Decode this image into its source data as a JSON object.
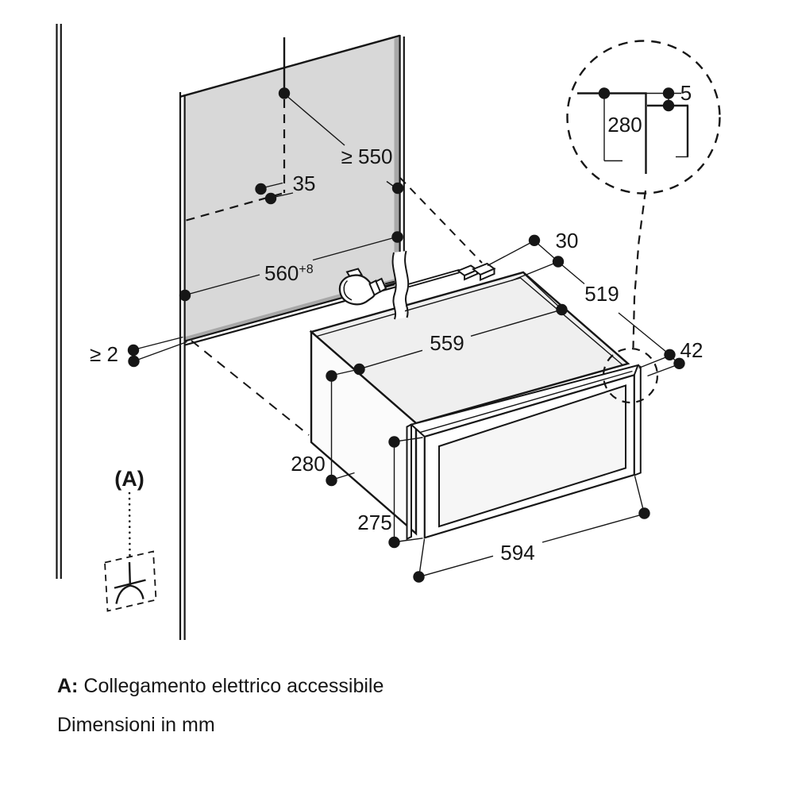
{
  "diagram": {
    "dimensions": {
      "min_depth": "≥ 550",
      "outlet_offset": "35",
      "niche_width": "560",
      "niche_width_tolerance": "+8",
      "side_gap": "≥ 2",
      "rear_gap": "30",
      "body_depth": "519",
      "body_width": "559",
      "front_overhang": "42",
      "niche_height": "280",
      "front_height": "275",
      "front_width": "594",
      "detail_top_gap": "5",
      "detail_height": "280"
    },
    "callout": {
      "label": "(A)"
    },
    "notes": {
      "legend_key": "A:",
      "legend_text": "Collegamento elettrico accessibile",
      "units_text": "Dimensioni in mm"
    },
    "colors": {
      "line": "#161616",
      "panel_fill": "#d8d8d8",
      "panel_edge": "#a8a8a8",
      "appliance_top": "#efefef"
    }
  }
}
